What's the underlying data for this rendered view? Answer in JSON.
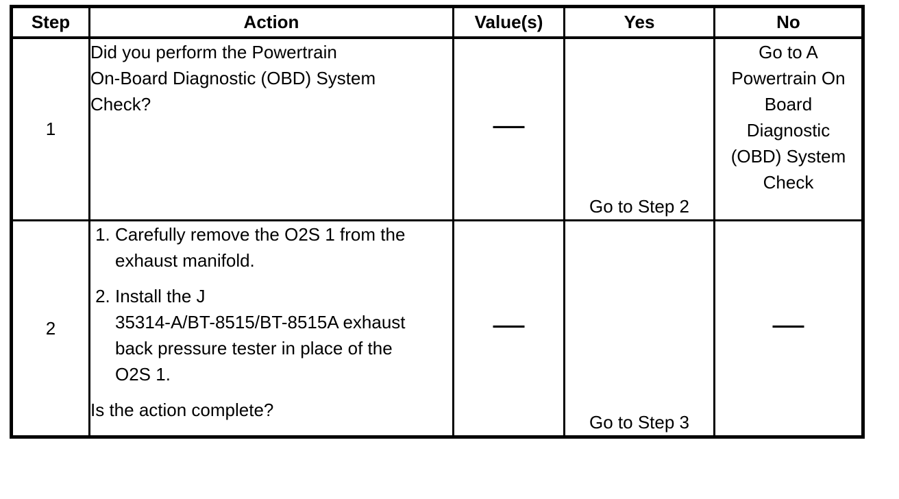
{
  "page": {
    "background": "#ffffff",
    "ink_color": "#000000"
  },
  "diagnostic_table": {
    "columns": [
      {
        "label": "Step"
      },
      {
        "label": "Action"
      },
      {
        "label": "Value(s)"
      },
      {
        "label": "Yes"
      },
      {
        "label": "No"
      }
    ],
    "rows": [
      {
        "step": "1",
        "action": "Did you perform the Powertrain\nOn-Board Diagnostic (OBD) System\nCheck?",
        "values": "—",
        "yes": "Go to Step 2",
        "no": "Go to A\nPowertrain On\nBoard\nDiagnostic\n(OBD) System\nCheck"
      },
      {
        "step": "2",
        "action_steps": [
          "Carefully remove the O2S 1 from the\nexhaust manifold.",
          "Install the J\n35314-A/BT-8515/BT-8515A exhaust\nback pressure tester in place of the\nO2S 1."
        ],
        "action_question": "Is the action complete?",
        "values": "—",
        "yes": "Go to Step 3",
        "no": "—"
      }
    ]
  }
}
